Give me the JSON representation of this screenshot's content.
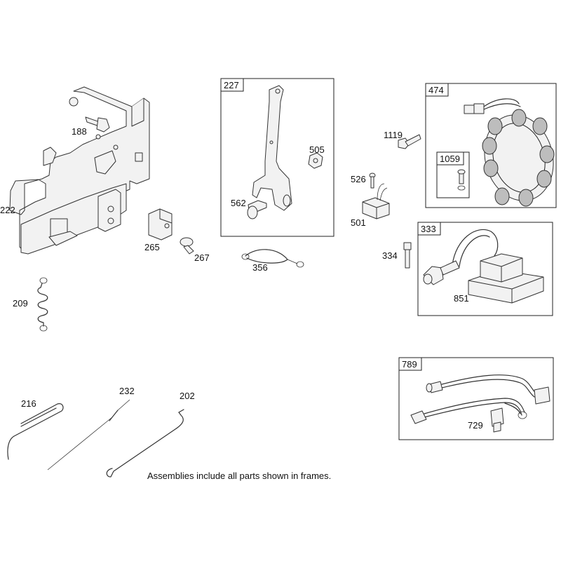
{
  "callouts": {
    "c188": "188",
    "c222": "222",
    "c209": "209",
    "c265": "265",
    "c267": "267",
    "c562": "562",
    "c505": "505",
    "c356": "356",
    "c1119": "1119",
    "c526": "526",
    "c501": "501",
    "c334": "334",
    "c851": "851",
    "c729": "729",
    "c216": "216",
    "c232": "232",
    "c202": "202"
  },
  "frames": {
    "f227": "227",
    "f474": "474",
    "f1059": "1059",
    "f333": "333",
    "f789": "789"
  },
  "note": "Assemblies include all parts shown in frames."
}
